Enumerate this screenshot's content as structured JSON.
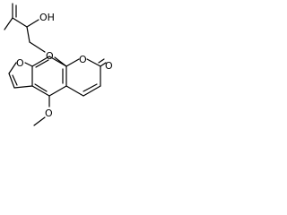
{
  "molecule": {
    "labels": {
      "hydroxyl": "OH",
      "hydroxyl_h": "H",
      "hydroxyl_o": "O",
      "ether_oxygen": "O",
      "furan_oxygen": "O",
      "lactone_ring_oxygen": "O",
      "carbonyl_oxygen": "O",
      "methoxy_oxygen": "O"
    },
    "colors": {
      "bond": "#000000",
      "text": "#000000",
      "background": "#ffffff"
    }
  }
}
